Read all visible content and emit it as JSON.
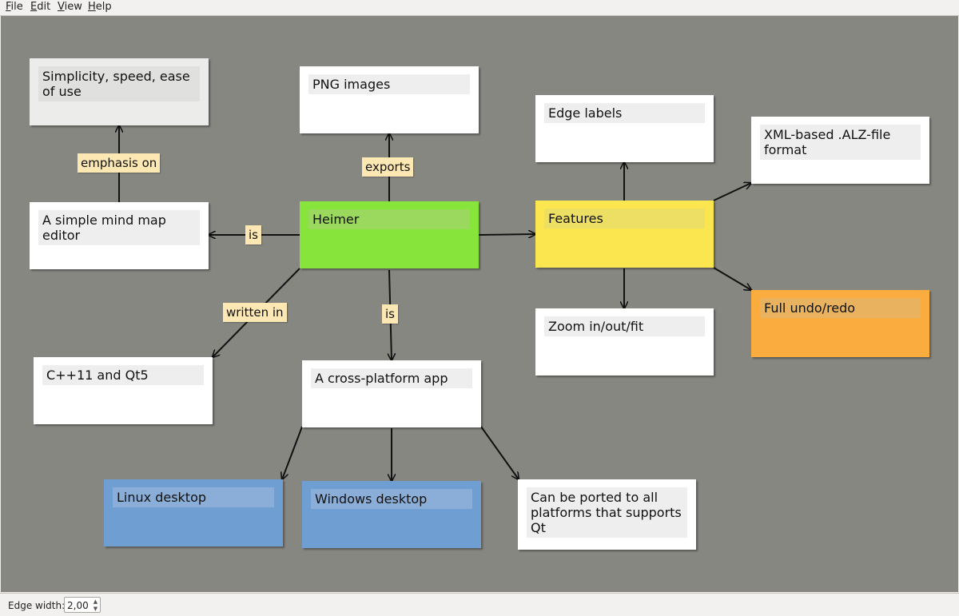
{
  "menu": {
    "items": [
      {
        "mnemonic": "F",
        "rest": "ile"
      },
      {
        "mnemonic": "E",
        "rest": "dit"
      },
      {
        "mnemonic": "V",
        "rest": "iew"
      },
      {
        "mnemonic": "H",
        "rest": "elp"
      }
    ]
  },
  "nodes": {
    "heimer": "Heimer",
    "simplicity": "Simplicity, speed, ease of use",
    "png": "PNG images",
    "edge_labels": "Edge labels",
    "xml": "XML-based .ALZ-file format",
    "simple_editor": "A simple mind map editor",
    "features": "Features",
    "undo": "Full undo/redo",
    "zoom": "Zoom in/out/fit",
    "cpp": "C++11 and Qt5",
    "cross": "A cross-platform app",
    "linux": "Linux desktop",
    "windows": "Windows desktop",
    "ported": "Can be ported to all platforms that supports Qt"
  },
  "edge_labels": {
    "emphasis_on": "emphasis on",
    "exports": "exports",
    "is_left": "is",
    "written_in": "written in",
    "is_down": "is"
  },
  "status": {
    "edge_width_label": "Edge width:",
    "edge_width_value": "2,00",
    "up_icon": "▲",
    "down_icon": "▼"
  },
  "colors": {
    "canvas_bg": "#878782",
    "heimer": "#86e43a",
    "features": "#fbe64f",
    "undo": "#fbac3f",
    "linux_windows": "#6f9fd2",
    "simplicity": "#ececea",
    "default_node": "#ffffff",
    "edge_label_bg": "#fde8b4"
  }
}
